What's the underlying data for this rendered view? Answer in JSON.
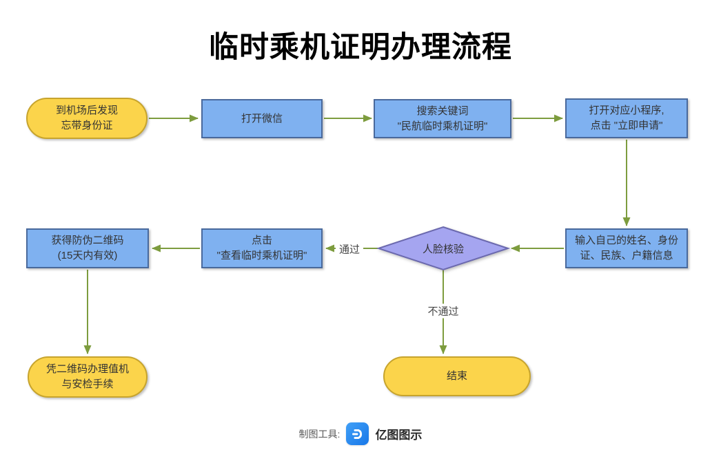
{
  "title": "临时乘机证明办理流程",
  "colors": {
    "terminal_fill": "#FBD44B",
    "terminal_border": "#C7A42D",
    "process_fill": "#7FB1F0",
    "process_border": "#49699C",
    "decision_fill": "#A5A5F0",
    "decision_border": "#6B69AE",
    "arrow": "#7D9C3E",
    "logo_blue": "#2E8BF0"
  },
  "nodes": {
    "start": {
      "text": "到机场后发现\n忘带身份证"
    },
    "open_wechat": {
      "text": "打开微信"
    },
    "search_keyword": {
      "text": "搜索关键词\n\"民航临时乘机证明\""
    },
    "open_miniprogram": {
      "text": "打开对应小程序,\n点击 \"立即申请\""
    },
    "input_info": {
      "text": "输入自己的姓名、身份\n证、民族、户籍信息"
    },
    "face_check": {
      "text": "人脸核验"
    },
    "click_view": {
      "text": "点击\n\"查看临时乘机证明\""
    },
    "get_qrcode": {
      "text": "获得防伪二维码\n(15天内有效)"
    },
    "use_qrcode": {
      "text": "凭二维码办理值机\n与安检手续"
    },
    "end": {
      "text": "结束"
    }
  },
  "edge_labels": {
    "pass": "通过",
    "fail": "不通过"
  },
  "footer": {
    "tool_label": "制图工具:",
    "brand": "亿图图示"
  }
}
